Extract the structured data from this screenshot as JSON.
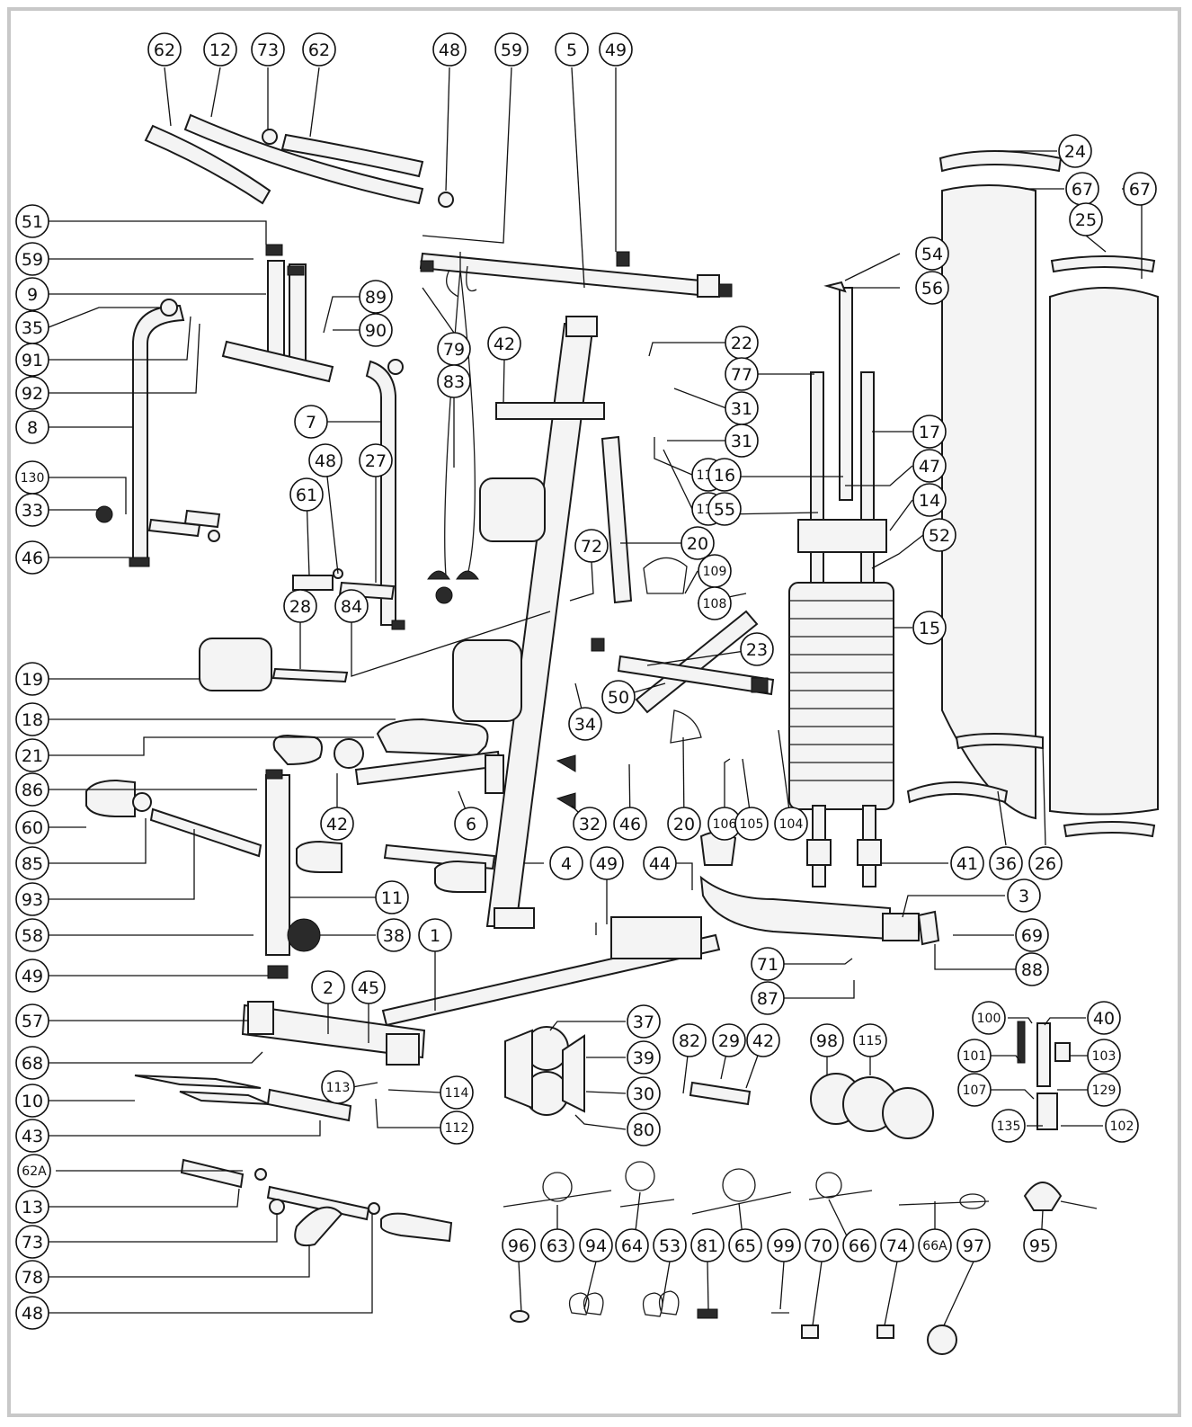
{
  "callouts": [
    "62",
    "12",
    "73",
    "62",
    "48",
    "59",
    "5",
    "49",
    "24",
    "67",
    "67",
    "25",
    "54",
    "56",
    "51",
    "59",
    "9",
    "35",
    "89",
    "90",
    "91",
    "79",
    "42",
    "22",
    "77",
    "31",
    "92",
    "83",
    "8",
    "7",
    "31",
    "17",
    "110",
    "16",
    "47",
    "130",
    "48",
    "27",
    "111",
    "55",
    "14",
    "33",
    "61",
    "52",
    "46",
    "20",
    "72",
    "109",
    "108",
    "15",
    "28",
    "84",
    "19",
    "23",
    "18",
    "34",
    "50",
    "21",
    "86",
    "42",
    "32",
    "46",
    "20",
    "106",
    "105",
    "104",
    "60",
    "6",
    "85",
    "93",
    "4",
    "49",
    "44",
    "41",
    "36",
    "26",
    "11",
    "3",
    "58",
    "38",
    "1",
    "69",
    "49",
    "71",
    "88",
    "2",
    "45",
    "87",
    "57",
    "100",
    "40",
    "37",
    "39",
    "82",
    "29",
    "42",
    "98",
    "115",
    "101",
    "103",
    "68",
    "107",
    "129",
    "10",
    "113",
    "114",
    "30",
    "135",
    "102",
    "43",
    "112",
    "80",
    "62A",
    "13",
    "73",
    "78",
    "96",
    "63",
    "94",
    "64",
    "53",
    "81",
    "65",
    "99",
    "70",
    "66",
    "74",
    "66A",
    "97",
    "95",
    "48"
  ]
}
